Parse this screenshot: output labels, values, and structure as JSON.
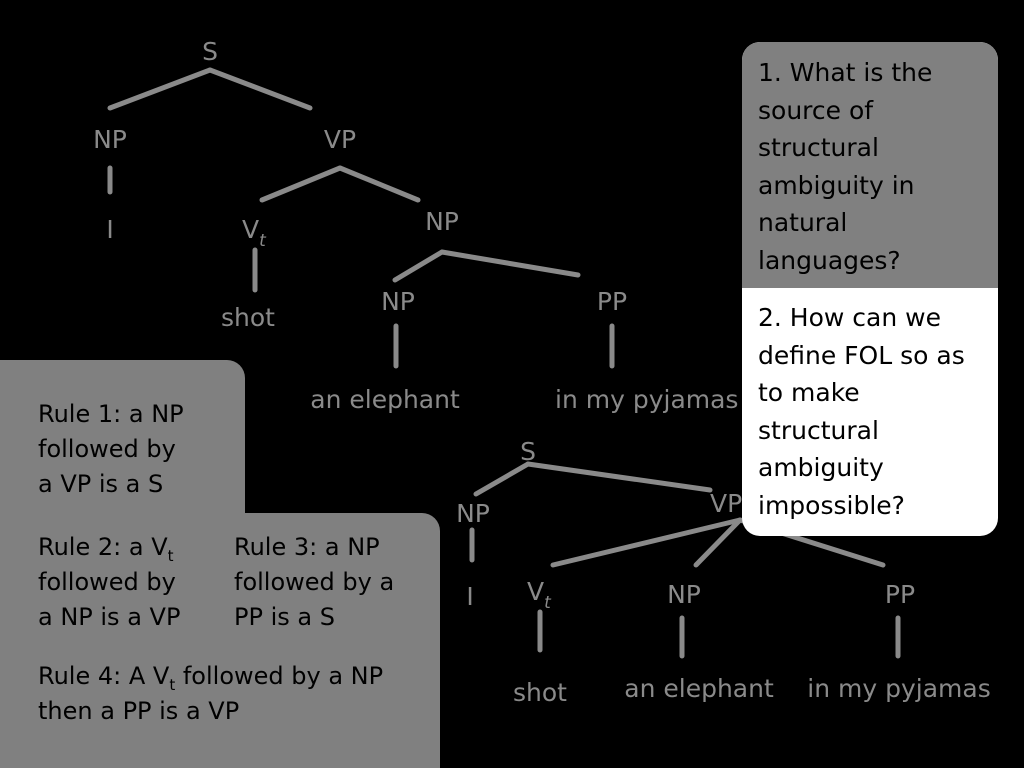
{
  "tree1": {
    "S": "S",
    "NP_subj": "NP",
    "VP": "VP",
    "pronoun": "I",
    "Vt": "V",
    "Vt_sub": "t",
    "NP_obj": "NP",
    "verb": "shot",
    "NP_inner": "NP",
    "PP": "PP",
    "np_words": "an elephant",
    "pp_words": "in my pyjamas"
  },
  "tree2": {
    "S": "S",
    "NP_subj": "NP",
    "VP": "VP",
    "pronoun": "I",
    "Vt": "V",
    "Vt_sub": "t",
    "NP": "NP",
    "PP": "PP",
    "verb": "shot",
    "np_words": "an elephant",
    "pp_words": "in my pyjamas"
  },
  "rules": {
    "rule1": [
      "Rule 1: a NP",
      "followed by",
      "a VP is a S"
    ],
    "rule2": {
      "line1_pre": "Rule 2: a V",
      "line1_sub": "t",
      "line2": "followed by",
      "line3": "a NP is a VP"
    },
    "rule3": [
      "Rule 3: a NP",
      "followed by a",
      "PP is a S"
    ],
    "rule4": {
      "line1_pre": "Rule 4: A V",
      "line1_sub": "t",
      "line1_post": " followed by a NP",
      "line2": "then a PP is a VP"
    }
  },
  "questions": {
    "q1": [
      "1. What is the",
      "source of",
      "structural",
      "ambiguity in",
      "natural",
      "languages?"
    ],
    "q2": [
      "2. How can we",
      "define FOL so as",
      "to make",
      "structural",
      "ambiguity",
      "impossible?"
    ]
  },
  "colors": {
    "background": "#000000",
    "panel_gray": "#808080",
    "tree_gray": "#8a8a8a",
    "question_white": "#ffffff",
    "text_black": "#000000"
  }
}
